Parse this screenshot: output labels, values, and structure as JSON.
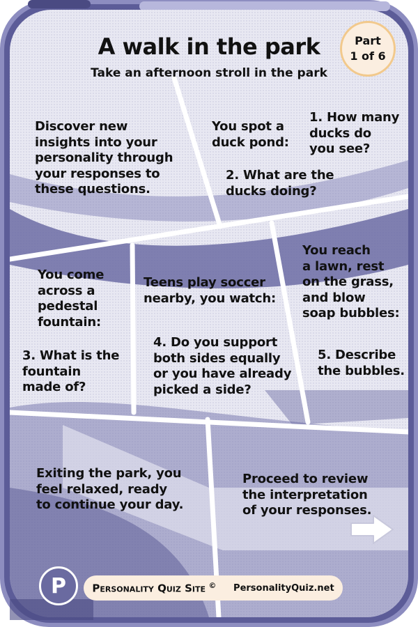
{
  "header": {
    "title": "A walk in the park",
    "subtitle": "Take an afternoon stroll in the park",
    "part_line1": "Part",
    "part_line2": "1 of 6"
  },
  "panels": {
    "intro": "Discover new\ninsights into your\npersonality through\nyour responses to\nthese questions.",
    "pond_prompt": "You spot a\nduck pond:",
    "q1": "1. How many\nducks do\nyou see?",
    "q2": "2. What are the\nducks doing?",
    "fountain_prompt": "You come\nacross a\npedestal\nfountain:",
    "q3": "3. What is the\nfountain\nmade of?",
    "soccer_prompt": "Teens play soccer\nnearby, you watch:",
    "q4": "4. Do you support\nboth sides equally\nor you have already\npicked a side?",
    "lawn_prompt": "You reach\na lawn, rest\non the grass,\nand blow\nsoap bubbles:",
    "q5": "5. Describe\nthe bubbles.",
    "exit_text": "Exiting the park, you\nfeel relaxed, ready\nto continue your day.",
    "proceed_text": "Proceed to review\nthe interpretation\nof your responses."
  },
  "footer": {
    "site_name": "Personality Quiz Site",
    "copyright": "©",
    "site_url": "PersonalityQuiz.net",
    "logo_letter": "P"
  },
  "colors": {
    "frame": "#5a5a96",
    "panel": "#e4e4ef",
    "accent": "#f2c98c",
    "badge_bg": "#fbeee0"
  },
  "icons": {
    "next": "right-arrow-icon",
    "logo": "p-logo-icon"
  }
}
